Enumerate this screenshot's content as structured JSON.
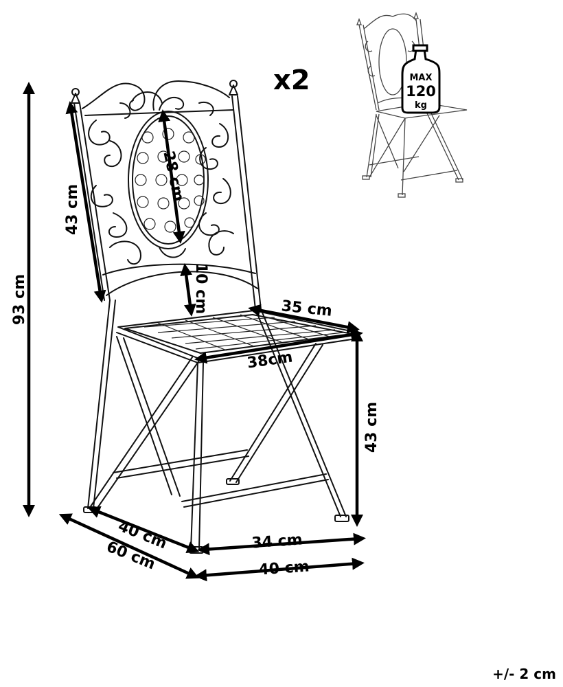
{
  "quantity": "x2",
  "tolerance": "+/- 2 cm",
  "badge": {
    "max": "MAX",
    "value": "120",
    "unit": "kg"
  },
  "dimensions": {
    "total_height": "93 cm",
    "backrest_height": "43 cm",
    "oval_height": "28 cm",
    "gap_height": "10 cm",
    "seat_depth_top": "35 cm",
    "seat_width": "38cm",
    "seat_height": "43 cm",
    "leg_depth": "40 cm",
    "depth_total": "60  cm",
    "leg_width": "34 cm",
    "width_total": "40 cm"
  }
}
